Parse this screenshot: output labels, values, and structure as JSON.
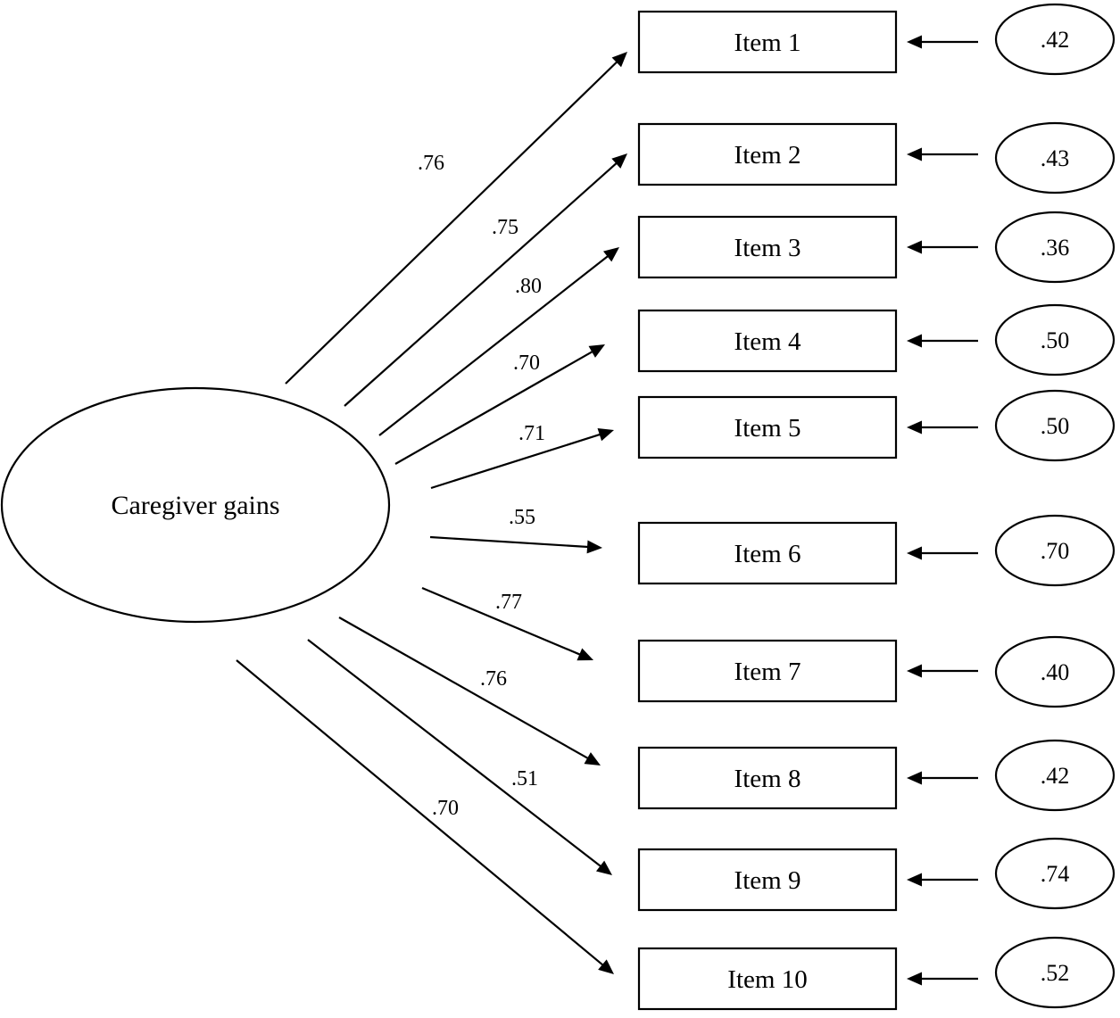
{
  "diagram": {
    "type": "confirmatory-factor-analysis",
    "latent": {
      "label": "Caregiver gains"
    },
    "indicators": [
      {
        "label": "Item 1",
        "loading": ".76",
        "error": ".42"
      },
      {
        "label": "Item 2",
        "loading": ".75",
        "error": ".43"
      },
      {
        "label": "Item 3",
        "loading": ".80",
        "error": ".36"
      },
      {
        "label": "Item 4",
        "loading": ".70",
        "error": ".50"
      },
      {
        "label": "Item 5",
        "loading": ".71",
        "error": ".50"
      },
      {
        "label": "Item 6",
        "loading": ".55",
        "error": ".70"
      },
      {
        "label": "Item 7",
        "loading": ".77",
        "error": ".40"
      },
      {
        "label": "Item 8",
        "loading": ".76",
        "error": ".42"
      },
      {
        "label": "Item 9",
        "loading": ".51",
        "error": ".74"
      },
      {
        "label": "Item 10",
        "loading": ".70",
        "error": ".52"
      }
    ],
    "colors": {
      "stroke": "#000000",
      "background": "#ffffff"
    }
  }
}
